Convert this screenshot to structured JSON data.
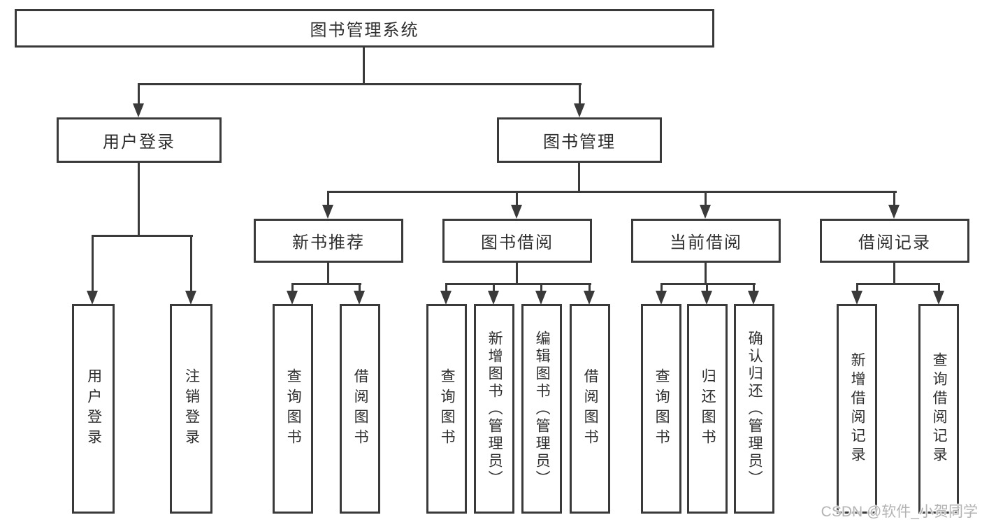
{
  "colors": {
    "line": "#3a3a3a",
    "box_border": "#3a3a3a",
    "text": "#2e2e2e",
    "watermark": "#b3b3b3",
    "background": "#ffffff"
  },
  "tree": {
    "root": {
      "label": "图书管理系统"
    },
    "user_login": {
      "label": "用户登录",
      "children": {
        "login": "用户登录",
        "logout": "注销登录"
      }
    },
    "book_management": {
      "label": "图书管理"
    },
    "new_books": {
      "label": "新书推荐",
      "children": {
        "query": "查询图书",
        "borrow": "借阅图书"
      }
    },
    "book_borrowing": {
      "label": "图书借阅",
      "children": {
        "query": "查询图书",
        "add": "新增图书（管理员）",
        "edit": "编辑图书（管理员）",
        "borrow": "借阅图书"
      }
    },
    "current_borrowing": {
      "label": "当前借阅",
      "children": {
        "query": "查询图书",
        "return": "归还图书",
        "confirm": "确认归还（管理员）"
      }
    },
    "borrowing_records": {
      "label": "借阅记录",
      "children": {
        "add": "新增借阅记录",
        "query": "查询借阅记录"
      }
    }
  },
  "watermark": "CSDN @软件_小贺同学"
}
